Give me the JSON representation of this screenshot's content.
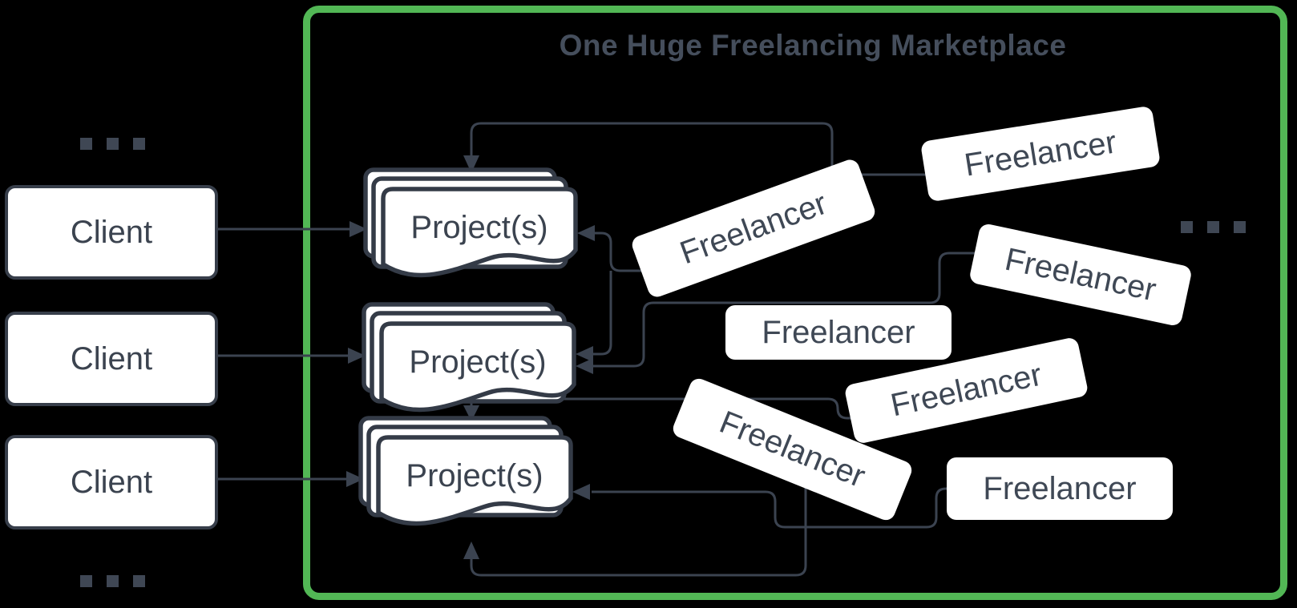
{
  "title": "One Huge Freelancing Marketplace",
  "clients": [
    {
      "label": "Client"
    },
    {
      "label": "Client"
    },
    {
      "label": "Client"
    }
  ],
  "projects": [
    {
      "label": "Project(s)"
    },
    {
      "label": "Project(s)"
    },
    {
      "label": "Project(s)"
    }
  ],
  "freelancers": [
    {
      "label": "Freelancer"
    },
    {
      "label": "Freelancer"
    },
    {
      "label": "Freelancer"
    },
    {
      "label": "Freelancer"
    },
    {
      "label": "Freelancer"
    },
    {
      "label": "Freelancer"
    },
    {
      "label": "Freelancer"
    }
  ],
  "ellipses": [
    {
      "symbol": "..."
    },
    {
      "symbol": "..."
    },
    {
      "symbol": "..."
    }
  ],
  "colors": {
    "background": "#000000",
    "marketplace_border": "#52b755",
    "connector": "#3b4350",
    "node_fill": "#ffffff",
    "node_border": "#373e4a",
    "node_text": "#3b434f",
    "title_text": "#454e5c"
  }
}
